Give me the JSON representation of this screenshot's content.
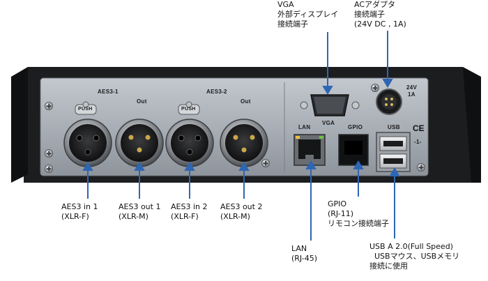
{
  "panel": {
    "aes3_1": "AES3-1",
    "aes3_2": "AES3-2",
    "out_1": "Out",
    "out_2": "Out",
    "push_1": "PUSH",
    "push_2": "PUSH",
    "vga": "VGA",
    "lan": "LAN",
    "gpio": "GPIO",
    "usb": "USB",
    "voltage": "24V",
    "current": "1A",
    "ce": "CE",
    "usb_index": "-1-"
  },
  "callouts": {
    "vga": "VGA\n外部ディスプレイ\n接続端子",
    "ac": "ACアダプタ\n接続端子\n(24V DC , 1A)",
    "aes3_in_1": "AES3 in 1\n(XLR-F)",
    "aes3_out_1": "AES3 out 1\n(XLR-M)",
    "aes3_in_2": "AES3 in 2\n(XLR-F)",
    "aes3_out_2": "AES3 out 2\n(XLR-M)",
    "gpio": "GPIO\n(RJ-11)\nリモコン接続端子",
    "lan": "LAN\n(RJ-45)",
    "usb": "USB A 2.0(Full Speed)\n  USBマウス、USBメモリ\n接続に使用"
  },
  "colors": {
    "arrow": "#2f66b3",
    "panel": "#a7adb4",
    "chassis": "#1c1d1f"
  }
}
